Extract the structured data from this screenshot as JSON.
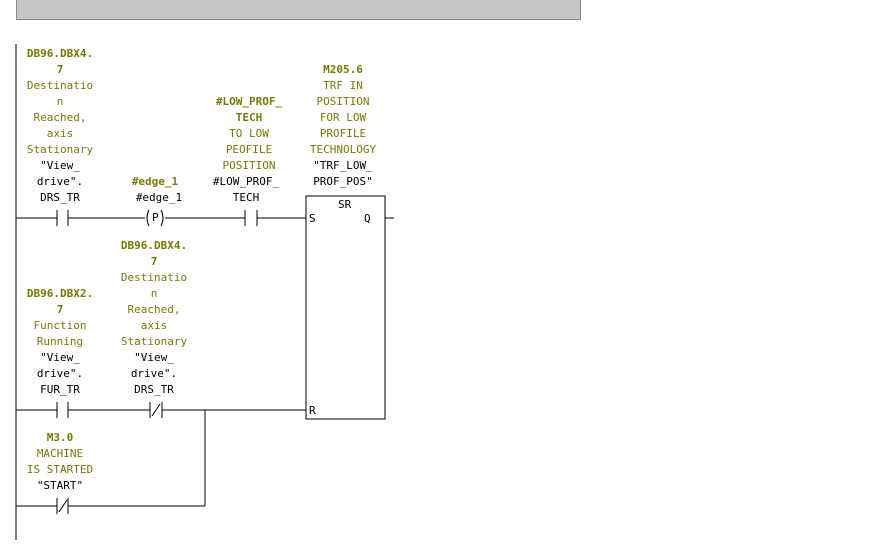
{
  "network": {
    "contacts": [
      {
        "id": "c1",
        "address": "DB96.DBX4.\n7",
        "comment": "Destinatio\nn\nReached,\naxis\nStationary",
        "symbol": "\"View_\ndrive\".\nDRS_TR",
        "type": "NO"
      },
      {
        "id": "c2",
        "address": "#edge_1",
        "comment": "",
        "symbol": "#edge_1",
        "type": "P"
      },
      {
        "id": "c3",
        "address": "#LOW_PROF_\nTECH",
        "comment": "TO LOW\nPEOFILE\nPOSITION",
        "symbol": "#LOW_PROF_\nTECH",
        "type": "NO"
      },
      {
        "id": "c4",
        "address": "DB96.DBX2.\n7",
        "comment": "Function\nRunning",
        "symbol": "\"View_\ndrive\".\nFUR_TR",
        "type": "NO"
      },
      {
        "id": "c5",
        "address": "DB96.DBX4.\n7",
        "comment": "Destinatio\nn\nReached,\naxis\nStationary",
        "symbol": "\"View_\ndrive\".\nDRS_TR",
        "type": "NC"
      },
      {
        "id": "c6",
        "address": "M3.0",
        "comment": "MACHINE\nIS STARTED",
        "symbol": "\"START\"",
        "type": "NC"
      }
    ],
    "sr_block": {
      "address": "M205.6",
      "comment": "TRF IN\nPOSITION\nFOR LOW\nPROFILE\nTECHNOLOGY",
      "symbol": "\"TRF_LOW_\nPROF_POS\"",
      "title": "SR",
      "pin_s": "S",
      "pin_q": "Q",
      "pin_r": "R"
    },
    "edge_label": "P"
  }
}
